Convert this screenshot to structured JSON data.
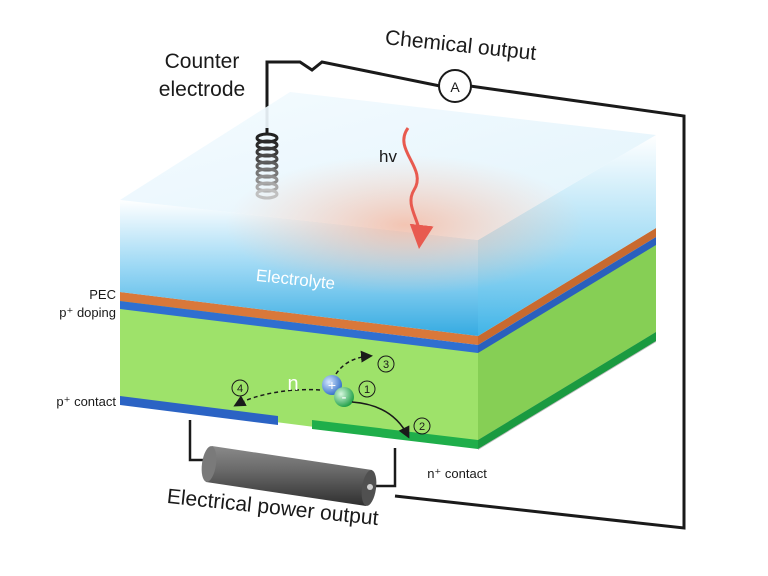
{
  "labels": {
    "counter_electrode_line1": "Counter",
    "counter_electrode_line2": "electrode",
    "chemical_output": "Chemical output",
    "ammeter": "A",
    "photon": "hv",
    "electrolyte": "Electrolyte",
    "pec": "PEC",
    "p_doping": "p⁺ doping",
    "p_contact": "p⁺ contact",
    "n_contact": "n⁺ contact",
    "n_region": "n",
    "hole": "+",
    "electron": "-",
    "electrical_power_output": "Electrical power output"
  },
  "steps": [
    "1",
    "2",
    "3",
    "4"
  ],
  "colors": {
    "silicon": "#9ee26a",
    "silicon_side": "#86cf55",
    "pec_layer": "#d9783a",
    "p_doping_layer": "#2f6fd0",
    "p_contact": "#2b63c4",
    "n_contact": "#1fae4a",
    "wire": "#1a1a1a",
    "photon_arrow": "#e85a4f",
    "electrolyte_top": "#bfe8fb",
    "hole_sphere": "#3a7fd5",
    "electron_sphere": "#2dbd59",
    "battery": "#555555"
  }
}
